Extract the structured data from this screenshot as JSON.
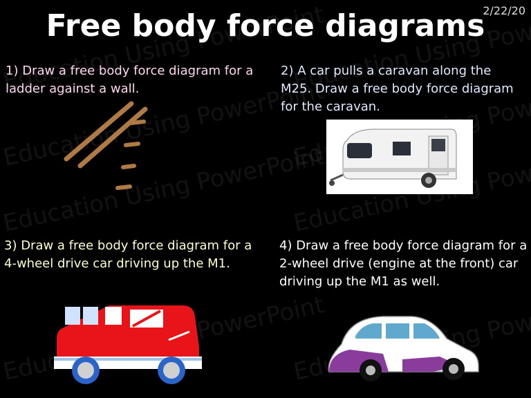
{
  "slide": {
    "date": "2/22/20",
    "title": "Free body force diagrams",
    "watermark_text": "Education Using PowerPoint"
  },
  "questions": [
    {
      "text": "1)  Draw a free body force diagram for a ladder against a wall."
    },
    {
      "text": "2)  A car pulls a caravan along the M25.  Draw a free body force diagram for the caravan."
    },
    {
      "text": "3)  Draw a free body force diagram for a 4-wheel drive car driving up the M1."
    },
    {
      "text": "4)  Draw a free body force diagram for a 2-wheel drive (engine at the front) car driving up the M1 as well."
    }
  ],
  "icons": [
    "ladder-icon",
    "caravan-photo",
    "red-4wd-car-icon",
    "vintage-car-icon"
  ]
}
